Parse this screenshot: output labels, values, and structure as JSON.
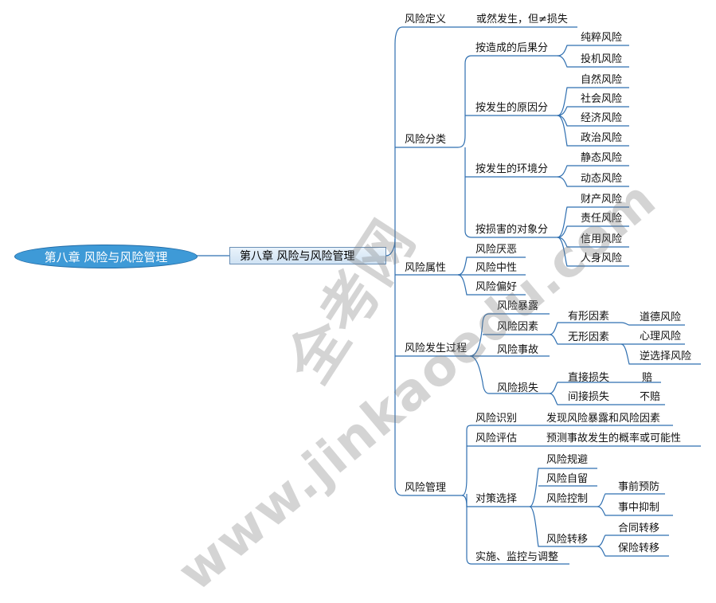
{
  "root": "第八章 风险与风险管理",
  "main": "第八章 风险与风险管理",
  "branches": {
    "definition": {
      "label": "风险定义",
      "value": "或然发生，但≠损失"
    },
    "classification": {
      "label": "风险分类",
      "by_consequence": {
        "label": "按造成的后果分",
        "items": [
          "纯粹风险",
          "投机风险"
        ]
      },
      "by_cause": {
        "label": "按发生的原因分",
        "items": [
          "自然风险",
          "社会风险",
          "经济风险",
          "政治风险"
        ]
      },
      "by_environment": {
        "label": "按发生的环境分",
        "items": [
          "静态风险",
          "动态风险"
        ]
      },
      "by_object": {
        "label": "按损害的对象分",
        "items": [
          "财产风险",
          "责任风险",
          "信用风险",
          "人身风险"
        ]
      }
    },
    "attribute": {
      "label": "风险属性",
      "items": [
        "风险厌恶",
        "风险中性",
        "风险偏好"
      ]
    },
    "process": {
      "label": "风险发生过程",
      "exposure": "风险暴露",
      "factor": {
        "label": "风险因素",
        "tangible": {
          "label": "有形因素",
          "items": [
            "道德风险"
          ]
        },
        "intangible": {
          "label": "无形因素",
          "items": [
            "心理风险",
            "逆选择风险"
          ]
        }
      },
      "accident": "风险事故",
      "loss": {
        "label": "风险损失",
        "direct": {
          "label": "直接损失",
          "value": "赔"
        },
        "indirect": {
          "label": "间接损失",
          "value": "不赔"
        }
      }
    },
    "management": {
      "label": "风险管理",
      "identify": {
        "label": "风险识别",
        "value": "发现风险暴露和风险因素"
      },
      "assess": {
        "label": "风险评估",
        "value": "预测事故发生的概率或可能性"
      },
      "strategy": {
        "label": "对策选择",
        "avoid": "风险规避",
        "retain": "风险自留",
        "control": {
          "label": "风险控制",
          "items": [
            "事前预防",
            "事中抑制"
          ]
        },
        "transfer": {
          "label": "风险转移",
          "items": [
            "合同转移",
            "保险转移"
          ]
        }
      },
      "implement": "实施、监控与调整"
    }
  },
  "watermark": {
    "cn": "全考网",
    "url": "www.jinkaoedu.com"
  },
  "colors": {
    "line": "#2f6fb0",
    "root_fill": "#3e9ad7",
    "main_fill": "#d8e8f6"
  }
}
